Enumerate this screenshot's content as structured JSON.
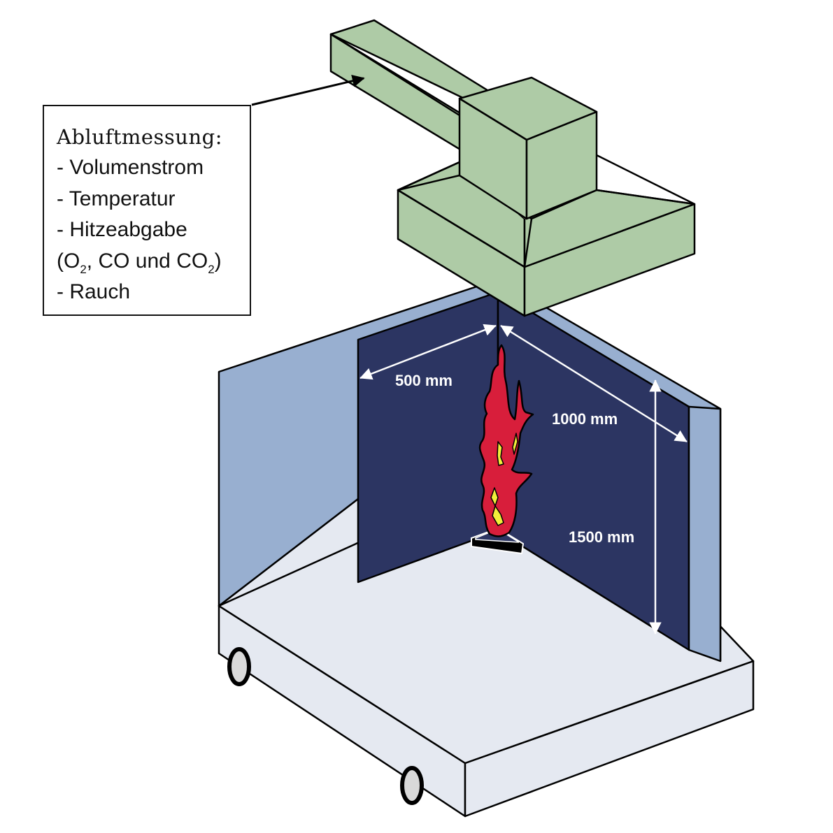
{
  "diagram": {
    "type": "single burning item test setup (isometric)",
    "callout": {
      "title": "Abluftmessung:",
      "items": [
        "- Volumenstrom",
        "- Temperatur",
        "- Hitzeabgabe"
      ],
      "gas_line": {
        "open": "(O",
        "sub1": "2",
        "middle": ", CO und CO",
        "sub2": "2",
        "close": ")"
      },
      "last_item": "- Rauch"
    },
    "dimensions": {
      "width_short": "500 mm",
      "width_long": "1000 mm",
      "height": "1500 mm"
    },
    "components": [
      "exhaust-duct",
      "smoke-hood",
      "back-wall-frame",
      "specimen-wing-short",
      "specimen-wing-long",
      "burner",
      "flame",
      "trolley",
      "wheels"
    ],
    "colors": {
      "hood": "#aecba6",
      "frame_wall": "#98afd0",
      "specimen": "#2c3562",
      "trolley": "#e5e9f1",
      "flame": "#d81e3b",
      "flame_core": "#f2ef3a",
      "wheel": "#d9d9d9",
      "outline": "#000000",
      "dimension_line": "#ffffff"
    }
  }
}
